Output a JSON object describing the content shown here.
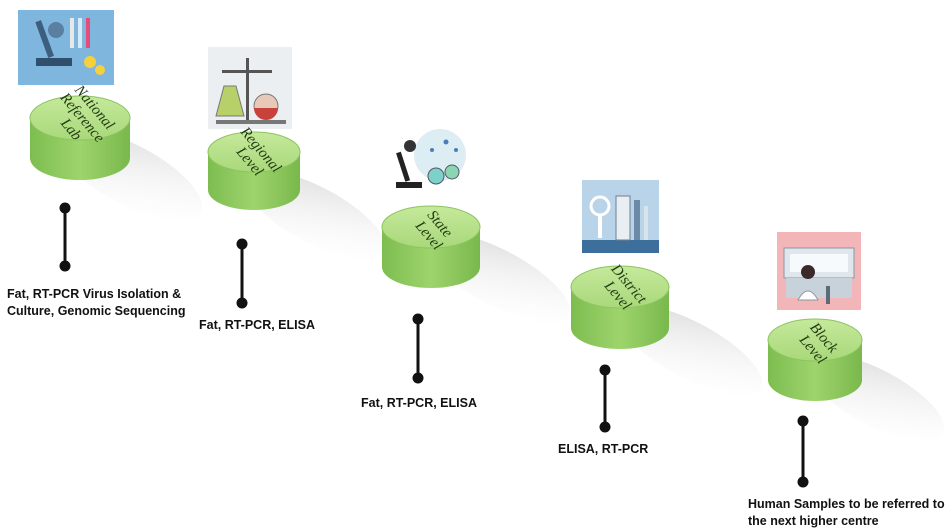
{
  "colors": {
    "cylinder_top": "#b8e08a",
    "cylinder_body": "#86c55a",
    "cylinder_edge": "#6aa842",
    "shadow": "#c9c9c9",
    "stem": "#111111"
  },
  "tiers": [
    {
      "id": "national",
      "label_lines": [
        "National",
        "Reference",
        "Lab"
      ],
      "description_lines": [
        "Fat, RT-PCR Virus Isolation &",
        "Culture, Genomic Sequencing"
      ],
      "icon": "microscope-lab-icon"
    },
    {
      "id": "regional",
      "label_lines": [
        "Regional",
        "Level"
      ],
      "description_lines": [
        "Fat, RT-PCR, ELISA"
      ],
      "icon": "chemistry-flask-icon"
    },
    {
      "id": "state",
      "label_lines": [
        "State",
        "Level"
      ],
      "description_lines": [
        "Fat, RT-PCR, ELISA"
      ],
      "icon": "microscope-molecules-icon"
    },
    {
      "id": "district",
      "label_lines": [
        "District",
        "Level"
      ],
      "description_lines": [
        "ELISA, RT-PCR"
      ],
      "icon": "lab-instruments-icon"
    },
    {
      "id": "block",
      "label_lines": [
        "Block",
        "Level"
      ],
      "description_lines": [
        "Human Samples to be referred to",
        "the next higher centre"
      ],
      "icon": "lab-technician-icon"
    }
  ]
}
